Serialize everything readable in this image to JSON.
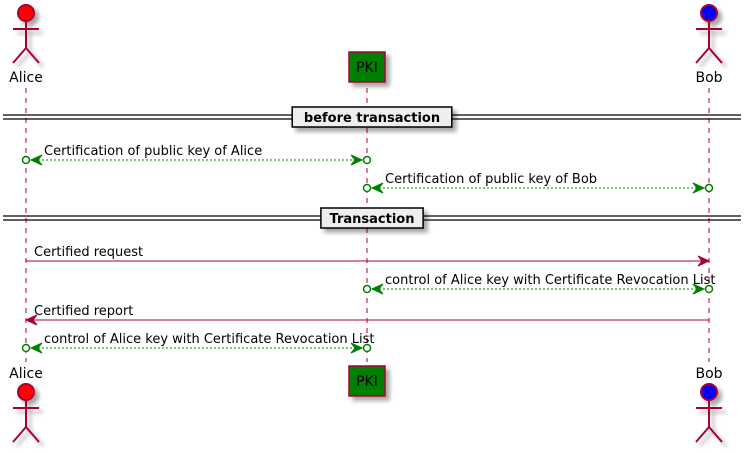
{
  "diagram": {
    "type": "sequence",
    "participants": [
      {
        "id": "alice",
        "name": "Alice",
        "kind": "actor",
        "color": "#FF0000"
      },
      {
        "id": "pki",
        "name": "PKI",
        "kind": "participant",
        "color": "#008000"
      },
      {
        "id": "bob",
        "name": "Bob",
        "kind": "actor",
        "color": "#0000FF"
      }
    ],
    "colors": {
      "line": "#A80036",
      "green_arrow": "#008000",
      "divider_fill": "#EEEEEE"
    },
    "events": [
      {
        "type": "divider",
        "label": "before transaction"
      },
      {
        "type": "message",
        "from": "alice",
        "to": "pki",
        "label": "Certification of public key of Alice",
        "style": "dotted-bidirectional-circle",
        "color": "green"
      },
      {
        "type": "message",
        "from": "pki",
        "to": "bob",
        "label": "Certification of public key of Bob",
        "style": "dotted-bidirectional-circle",
        "color": "green"
      },
      {
        "type": "divider",
        "label": "Transaction"
      },
      {
        "type": "message",
        "from": "alice",
        "to": "bob",
        "label": "Certified request",
        "style": "solid",
        "color": "line"
      },
      {
        "type": "message",
        "from": "pki",
        "to": "bob",
        "label": "control of Alice key with Certificate Revocation List",
        "style": "dotted-bidirectional-circle",
        "color": "green"
      },
      {
        "type": "message",
        "from": "bob",
        "to": "alice",
        "label": "Certified report",
        "style": "solid",
        "color": "line"
      },
      {
        "type": "message",
        "from": "alice",
        "to": "pki",
        "label": "control of Alice key with Certificate Revocation List",
        "style": "dotted-bidirectional-circle",
        "color": "green"
      }
    ]
  }
}
